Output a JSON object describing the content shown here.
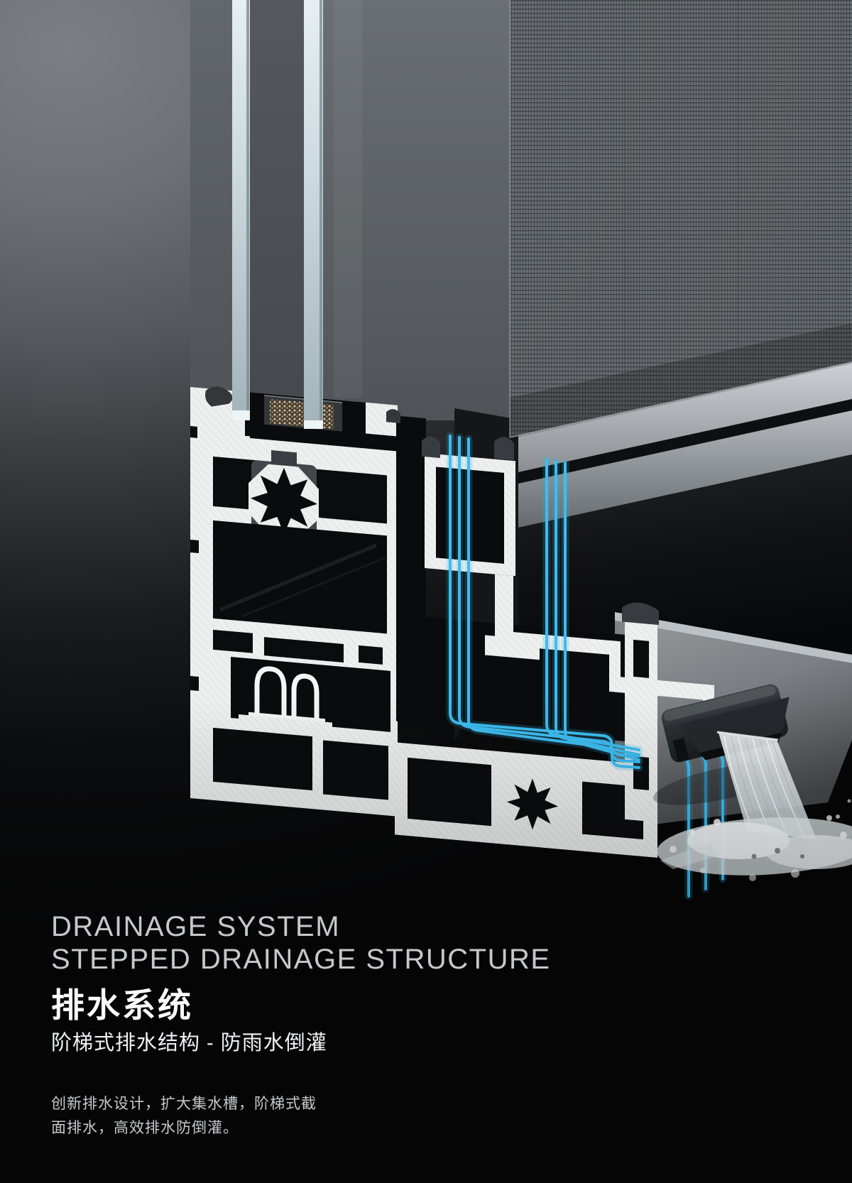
{
  "titles": {
    "en_line1": "DRAINAGE SYSTEM",
    "en_line2": "STEPPED DRAINAGE STRUCTURE",
    "zh_main": "排水系统",
    "zh_sub": "阶梯式排水结构 - 防雨水倒灌"
  },
  "description": {
    "line1": "创新排水设计，扩大集水槽，阶梯式截",
    "line2": "面排水，高效排水防倒灌。"
  },
  "illustration": {
    "subject": "aluminum-window-profile-drainage-cutaway",
    "accent_flow_color": "#2fb3e8",
    "flow_highlight_color": "#7fd9f7",
    "water_color": "#eef3f5",
    "aluminum_cut_face_color": "#f0f1f1",
    "cavity_color": "#0a0b0c",
    "frame_front_face_color": "#85898d",
    "glass_edge_color": "#d7e4e9",
    "mesh_color": "#6b7074",
    "background_top_color": "#7b7f83",
    "background_bottom_color": "#060607"
  }
}
